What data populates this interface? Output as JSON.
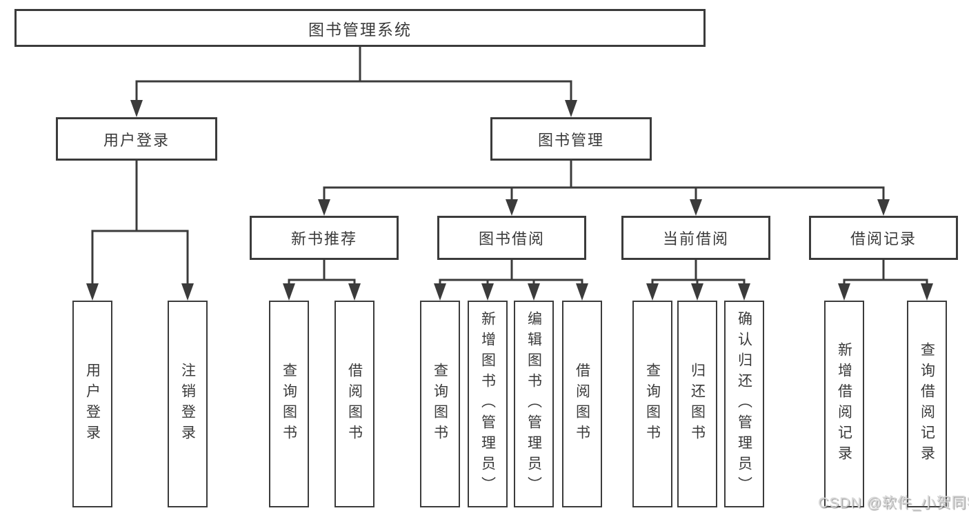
{
  "colors": {
    "line": "#3b3b3b",
    "text": "#3a3a3a",
    "background": "#ffffff",
    "watermark": "#d8d8d8"
  },
  "watermark": "CSDN @软件_小贺同学",
  "nodes": {
    "root": {
      "label": "图书管理系统"
    },
    "user_login": {
      "label": "用户登录"
    },
    "book_mgmt": {
      "label": "图书管理"
    },
    "new_book_rec": {
      "label": "新书推荐"
    },
    "book_borrow": {
      "label": "图书借阅"
    },
    "current_borrow": {
      "label": "当前借阅"
    },
    "borrow_records": {
      "label": "借阅记录"
    },
    "leaf_user_login": {
      "label": "用户登录"
    },
    "leaf_logout": {
      "label": "注销登录"
    },
    "leaf_nbr_query_books": {
      "label": "查询图书"
    },
    "leaf_nbr_borrow_books": {
      "label": "借阅图书"
    },
    "leaf_bb_query_books": {
      "label": "查询图书"
    },
    "leaf_bb_add_books": {
      "label": "新增图书（管理员）"
    },
    "leaf_bb_edit_books": {
      "label": "编辑图书（管理员）"
    },
    "leaf_bb_borrow_books": {
      "label": "借阅图书"
    },
    "leaf_cb_query_books": {
      "label": "查询图书"
    },
    "leaf_cb_return_books": {
      "label": "归还图书"
    },
    "leaf_cb_confirm_return": {
      "label": "确认归还（管理员）"
    },
    "leaf_br_add_record": {
      "label": "新增借阅记录"
    },
    "leaf_br_query_record": {
      "label": "查询借阅记录"
    }
  }
}
